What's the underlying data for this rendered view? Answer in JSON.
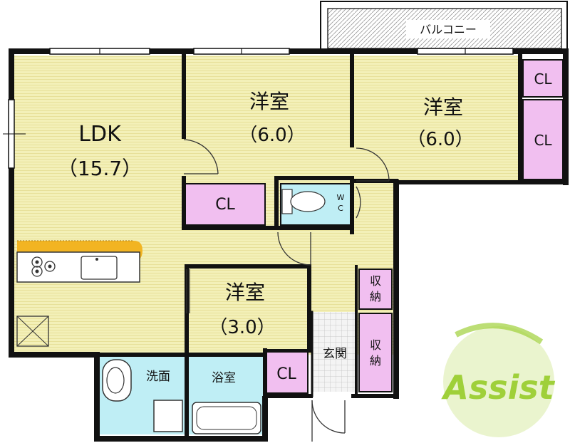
{
  "rooms": {
    "ldk": {
      "name": "LDK",
      "size": "（15.7）"
    },
    "western1": {
      "name": "洋室",
      "size": "（6.0）"
    },
    "western2": {
      "name": "洋室",
      "size": "（6.0）"
    },
    "western3": {
      "name": "洋室",
      "size": "（3.0）"
    },
    "washroom": "洗面",
    "bathroom": "浴室",
    "entrance": "玄関",
    "balcony": "バルコニー",
    "wc": [
      "W",
      "C"
    ]
  },
  "closets": {
    "cl_small_top": "CL",
    "cl_right_tall": "CL",
    "cl_mid": "CL",
    "cl_bottom": "CL",
    "storage_upper": [
      "収",
      "納"
    ],
    "storage_lower": [
      "収",
      "納"
    ]
  },
  "logo": {
    "text": "Assist"
  },
  "colors": {
    "floor": "#f3f0b8",
    "floor_lines": "#e6de95",
    "closet": "#f1bff0",
    "water": "#bfeef5",
    "wall": "#111111",
    "counter": "#f2b422",
    "logo_green": "#9fd03a"
  }
}
